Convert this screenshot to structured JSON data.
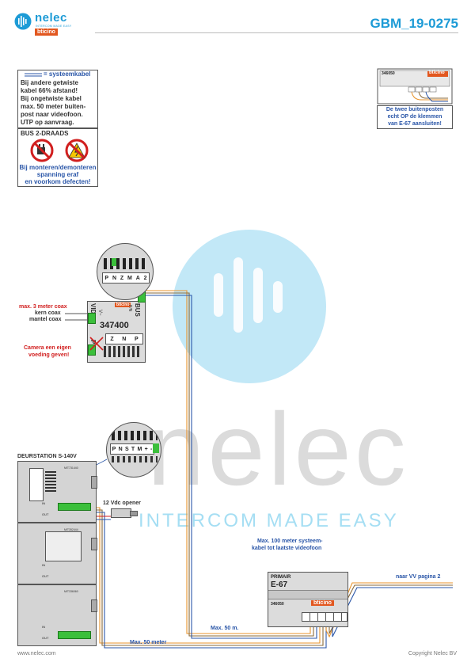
{
  "header": {
    "brand": "nelec",
    "tagline": "INTERCOM MADE EASY",
    "partner": "bticino",
    "doc_id": "GBM_19-0275"
  },
  "cable_note": {
    "legend": "= systeemkabel",
    "lines": [
      "Bij andere getwiste",
      "kabel 66% afstand!",
      "Bij ongetwiste kabel",
      "max. 50 meter buiten-",
      "post naar videofoon.",
      "UTP op aanvraag."
    ]
  },
  "bus_note": {
    "title": "BUS 2-DRAADS",
    "lines": [
      "Bij monteren/demonteren",
      "spanning eraf",
      "en voorkom defecten!"
    ]
  },
  "top_right_note": {
    "model": "346050",
    "brand": "bticino",
    "lines": [
      "De twee buitenposten",
      "echt OP de klemmen",
      "van E-67 aansluiten!"
    ]
  },
  "interface": {
    "model": "347400",
    "brand": "bticino",
    "video_label": "VIDEO",
    "video_sub": "V~",
    "pwr_label": "PWR",
    "bus_label": "BUS",
    "bus_sub": "P/N",
    "terminals": [
      "Z",
      "N",
      "P"
    ],
    "zoom_terminals": [
      "P",
      "N",
      "Z",
      "M",
      "A",
      "2"
    ]
  },
  "coax_labels": {
    "max": "max. 3 meter coax",
    "core": "kern coax",
    "shield": "mantel coax"
  },
  "camera_note": [
    "Camera een eigen",
    "voeding geven!"
  ],
  "door_station": {
    "title": "DEURSTATION S-140V",
    "opener": "12 Vdc opener",
    "zoom_terminals": [
      "P",
      "N",
      "S",
      "T",
      "M",
      "+",
      "-"
    ],
    "modules": [
      {
        "id": "MIT731440",
        "io": [
          "IN",
          "OUT"
        ]
      },
      {
        "id": "MIT352444",
        "io": [
          "IN",
          "OUT"
        ]
      },
      {
        "id": "MIT336060",
        "io": [
          "IN",
          "OUT"
        ]
      }
    ]
  },
  "e67": {
    "primair": "PRIMAIR",
    "name": "E-67",
    "model": "346050",
    "brand": "bticino"
  },
  "cable_labels": {
    "max100": [
      "Max. 100 meter systeem-",
      "kabel tot laatste videofoon"
    ],
    "to_vv": "naar VV pagina 2",
    "max50m": "Max. 50 m.",
    "max50meter": "Max. 50 meter"
  },
  "watermark": {
    "word": "nelec",
    "tagline": "INTERCOM MADE EASY"
  },
  "footer": {
    "website": "www.nelec.com",
    "copyright": "Copyright Nelec BV"
  },
  "colors": {
    "brand_blue": "#1d9bd6",
    "text_blue": "#2a56a8",
    "warning_red": "#d11f1f",
    "terminal_green": "#3bbf3b",
    "bticino_orange": "#e2571f"
  }
}
